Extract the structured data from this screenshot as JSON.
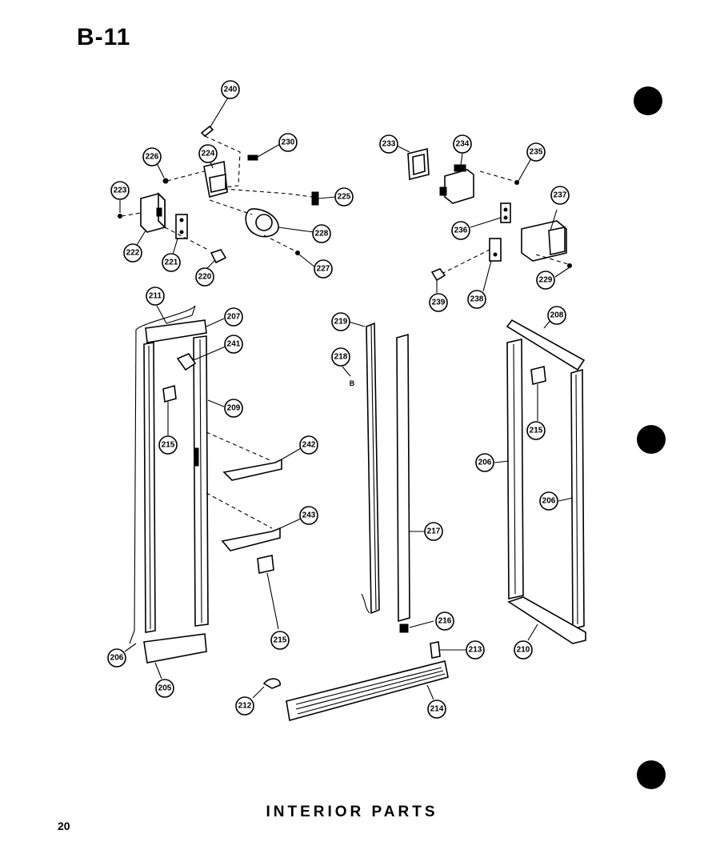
{
  "header": {
    "title": "B-11"
  },
  "footer": {
    "caption": "INTERIOR PARTS",
    "page_number": "20"
  },
  "callouts": [
    "205",
    "206",
    "207",
    "208",
    "209",
    "210",
    "211",
    "212",
    "213",
    "214",
    "215",
    "216",
    "217",
    "218",
    "219",
    "220",
    "221",
    "222",
    "223",
    "224",
    "225",
    "226",
    "227",
    "228",
    "229",
    "230",
    "233",
    "234",
    "235",
    "236",
    "237",
    "238",
    "239",
    "240",
    "241",
    "242",
    "243"
  ],
  "annotation_letter": "B"
}
